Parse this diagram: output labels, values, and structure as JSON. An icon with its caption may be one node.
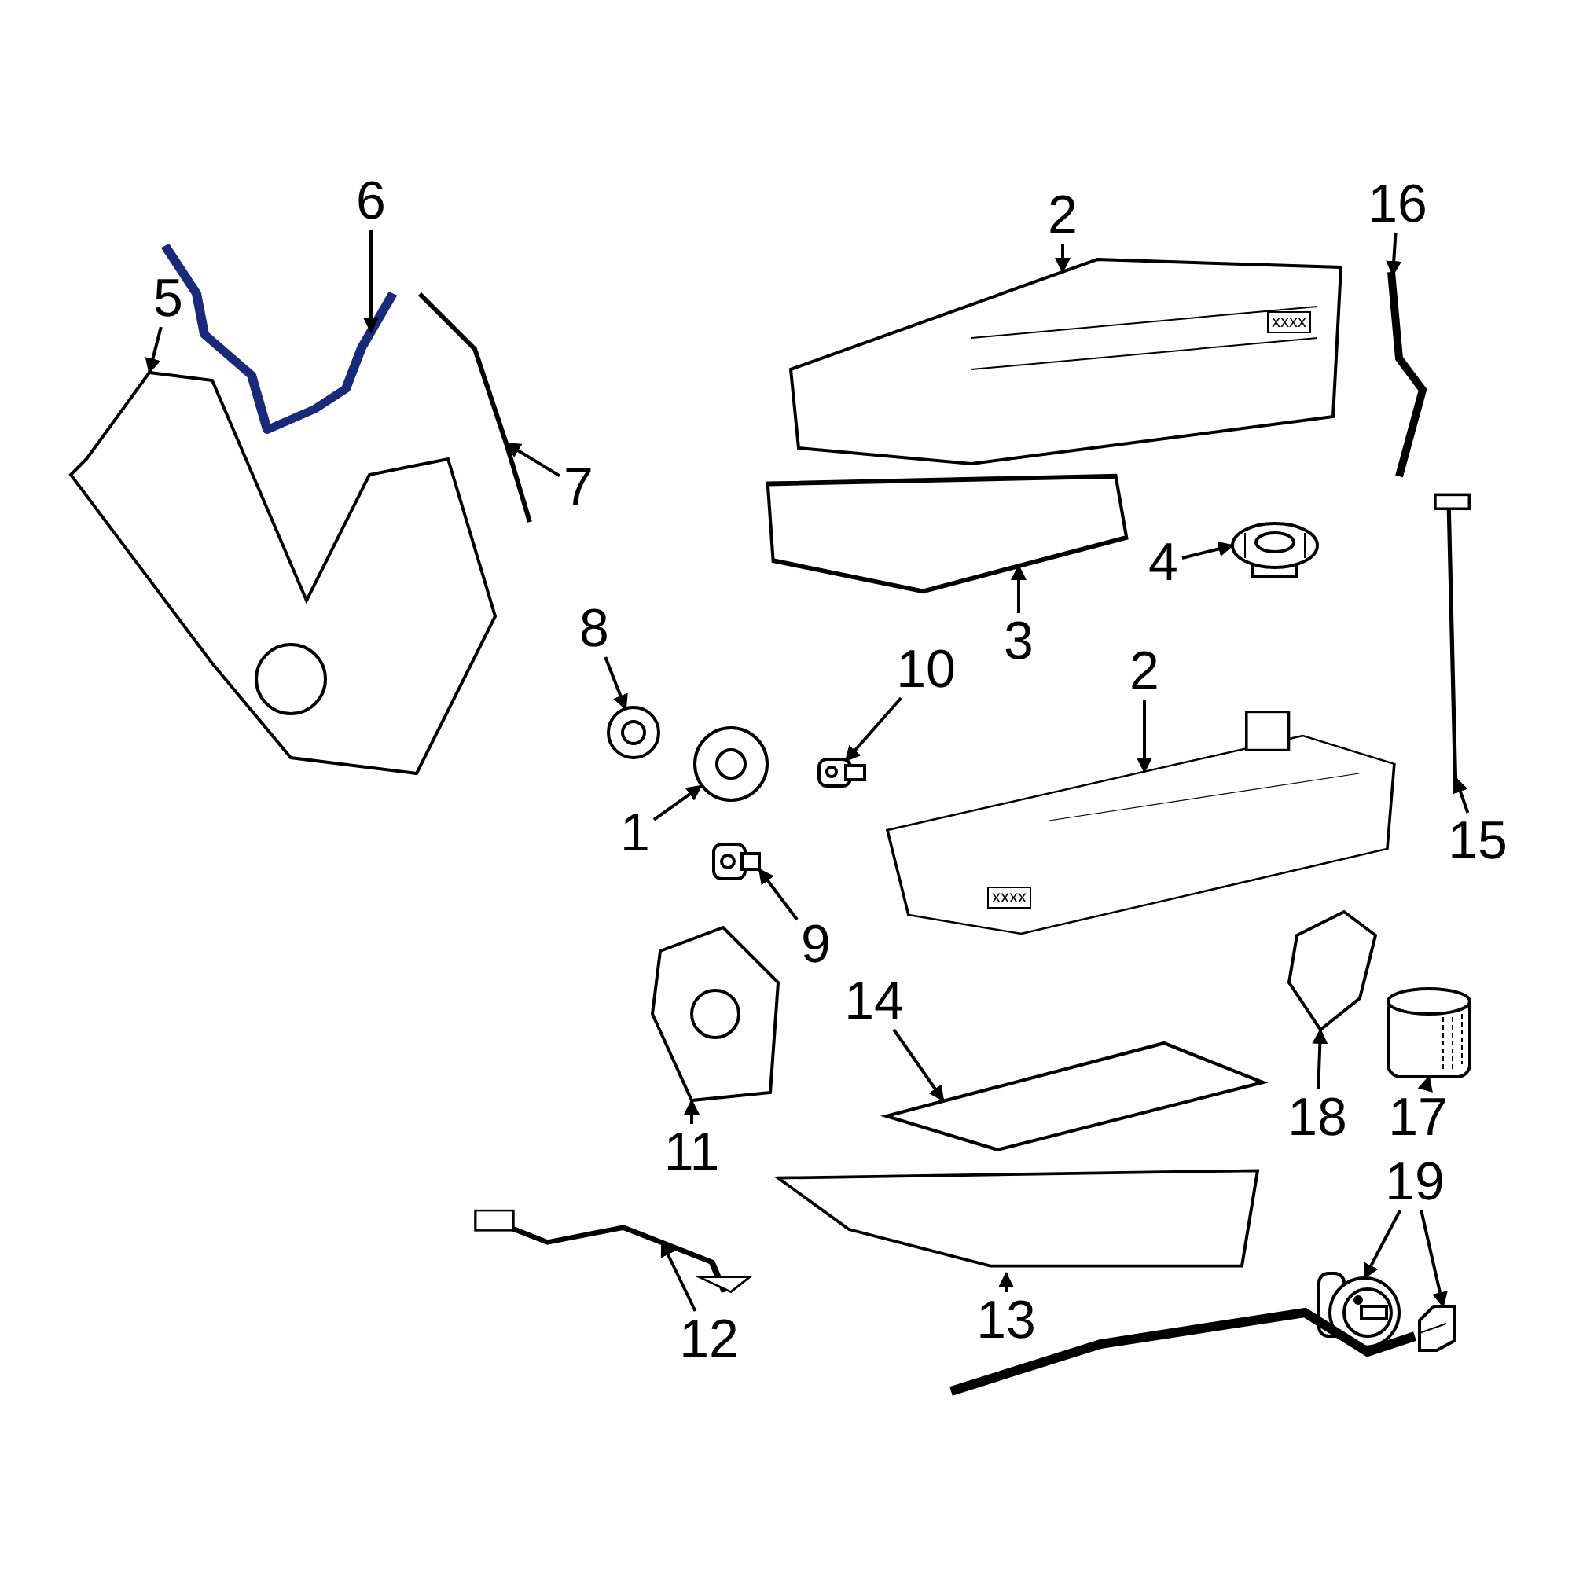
{
  "diagram": {
    "nodes": [
      {
        "text": [
          "6"
        ]
      },
      {
        "text": [
          "16"
        ]
      },
      {
        "text": [
          "5"
        ]
      },
      {
        "text": [
          "2"
        ]
      },
      {
        "text": [
          "7"
        ]
      },
      {
        "text": [
          "4"
        ]
      },
      {
        "text": [
          "3"
        ]
      },
      {
        "text": [
          "8"
        ]
      },
      {
        "text": [
          "2"
        ]
      },
      {
        "text": [
          "10"
        ]
      },
      {
        "text": [
          "1"
        ]
      },
      {
        "text": [
          "15"
        ]
      },
      {
        "text": [
          "9"
        ]
      },
      {
        "text": [
          "14"
        ]
      },
      {
        "text": [
          "11"
        ]
      },
      {
        "text": [
          "18"
        ]
      },
      {
        "text": [
          "17"
        ]
      },
      {
        "text": [
          "19"
        ]
      },
      {
        "text": [
          "12"
        ]
      },
      {
        "text": [
          "13"
        ]
      },
      {
        "text": [],
        "shape": "picture"
      },
      {
        "text": [],
        "shape": "picture"
      },
      {
        "text": [],
        "shape": "picture"
      },
      {
        "text": [],
        "shape": "picture"
      },
      {
        "text": [],
        "shape": "picture"
      },
      {
        "text": [],
        "shape": "picture"
      },
      {
        "text": [],
        "shape": "picture"
      },
      {
        "text": [],
        "shape": "picture"
      },
      {
        "text": [],
        "shape": "picture"
      },
      {
        "text": [],
        "shape": "picture"
      },
      {
        "text": [],
        "shape": "picture"
      },
      {
        "text": [],
        "shape": "picture"
      },
      {
        "text": [],
        "shape": "picture"
      },
      {
        "text": [],
        "shape": "picture"
      },
      {
        "text": [],
        "shape": "picture"
      },
      {
        "text": [],
        "shape": "picture"
      },
      {
        "text": [],
        "shape": "picture"
      },
      {
        "text": [],
        "shape": "picture"
      },
      {
        "text": [],
        "shape": "picture"
      },
      {
        "text": [],
        "shape": "picture"
      },
      {
        "text": [],
        "shape": "picture"
      }
    ],
    "edges": [
      {
        "from": 0,
        "to": 20,
        "arrow": "to"
      },
      {
        "from": 1,
        "to": 24,
        "arrow": "to"
      },
      {
        "from": 2,
        "to": 21,
        "arrow": "to"
      },
      {
        "from": 3,
        "to": 23,
        "arrow": "to"
      },
      {
        "from": 4,
        "to": 22,
        "arrow": "to"
      },
      {
        "from": 5,
        "to": 26,
        "arrow": "to"
      },
      {
        "from": 6,
        "to": 25,
        "arrow": "to"
      },
      {
        "from": 7,
        "to": 27,
        "arrow": "to"
      },
      {
        "from": 8,
        "to": 30,
        "arrow": "to"
      },
      {
        "from": 9,
        "to": 29,
        "arrow": "to"
      },
      {
        "from": 10,
        "to": 28,
        "arrow": "to"
      },
      {
        "from": 11,
        "to": 31,
        "arrow": "to"
      },
      {
        "from": 12,
        "to": 32,
        "arrow": "to"
      },
      {
        "from": 13,
        "to": 34,
        "arrow": "to"
      },
      {
        "from": 14,
        "to": 33,
        "arrow": "to"
      },
      {
        "from": 15,
        "to": 35,
        "arrow": "to"
      },
      {
        "from": 16,
        "to": 36,
        "arrow": "to"
      },
      {
        "from": 17,
        "to": 37,
        "arrow": "to"
      },
      {
        "from": 17,
        "to": 38,
        "arrow": "to"
      },
      {
        "from": 18,
        "to": 39,
        "arrow": "to"
      },
      {
        "from": 19,
        "to": 40,
        "arrow": "to"
      }
    ],
    "labels": [
      "xxxx",
      "xxxx"
    ]
  }
}
